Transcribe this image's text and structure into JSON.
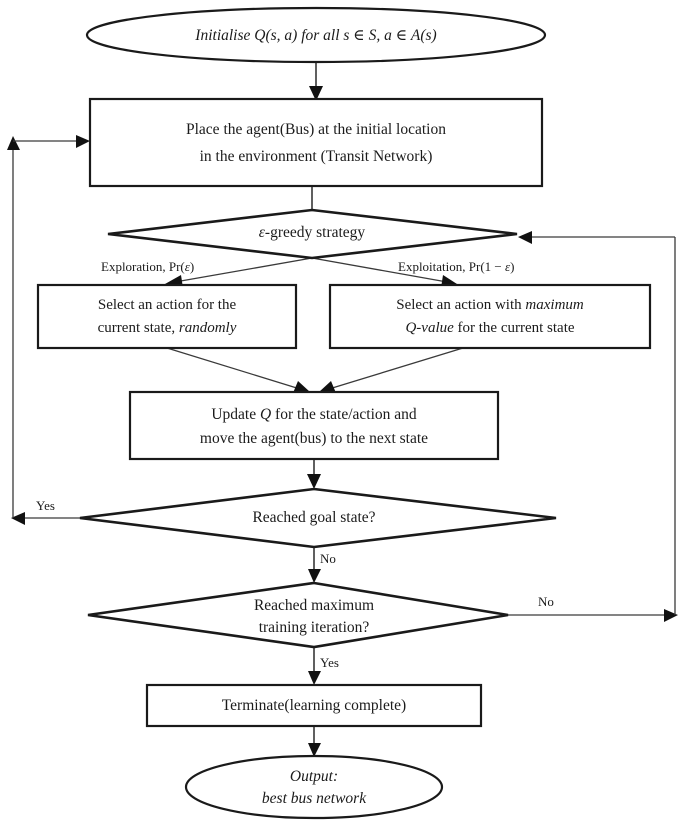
{
  "diagram": {
    "title": "Q-learning flowchart for transit network bus routing",
    "type": "flowchart",
    "background": "#ffffff",
    "line_color": "#1a1a1a",
    "text_color": "#1b1b1b"
  },
  "nodes": {
    "start": {
      "shape": "ellipse",
      "text_parts": {
        "p1": "Initialise Q",
        "p2": "(s, a)",
        "p3": " for all s ",
        "p4": "∈",
        "p5": " S, a ",
        "p6": "∈",
        "p7": " A(s)"
      },
      "full_text": "Initialise Q(s, a) for all s ∈ S, a ∈ A(s)"
    },
    "place_agent": {
      "shape": "rectangle",
      "line1": "Place the agent(Bus) at the initial location",
      "line2": "in the environment (Transit Network)"
    },
    "greedy": {
      "shape": "diamond",
      "text_eps": "ε",
      "text_rest": "-greedy  strategy",
      "full_text": "ε-greedy strategy"
    },
    "select_random": {
      "shape": "rectangle",
      "line1": "Select an action for the",
      "line2_plain": "current state, ",
      "line2_italic": "randomly"
    },
    "select_max": {
      "shape": "rectangle",
      "line1_plain": "Select an action with ",
      "line1_italic": "maximum",
      "line2_italic": "Q-value",
      "line2_plain": " for the current state"
    },
    "update_q": {
      "shape": "rectangle",
      "line1_a": "Update ",
      "line1_q": "Q",
      "line1_b": " for the state/action and",
      "line2": "move the agent(bus) to the next state"
    },
    "goal_check": {
      "shape": "diamond",
      "text": "Reached goal state?"
    },
    "iteration_check": {
      "shape": "diamond",
      "line1": "Reached maximum",
      "line2": "training iteration?"
    },
    "terminate": {
      "shape": "rectangle",
      "text": "Terminate(learning  complete)"
    },
    "output": {
      "shape": "ellipse",
      "line1": "Output:",
      "line2": "best bus network"
    }
  },
  "edge_labels": {
    "exploration": {
      "prefix": "Exploration, Pr(",
      "symbol": "ε",
      "suffix": ")"
    },
    "exploitation": {
      "prefix": "Exploitation, Pr(1 − ",
      "symbol": "ε",
      "suffix": ")"
    },
    "goal_yes": "Yes",
    "goal_no": "No",
    "iteration_no": "No",
    "iteration_yes": "Yes"
  }
}
